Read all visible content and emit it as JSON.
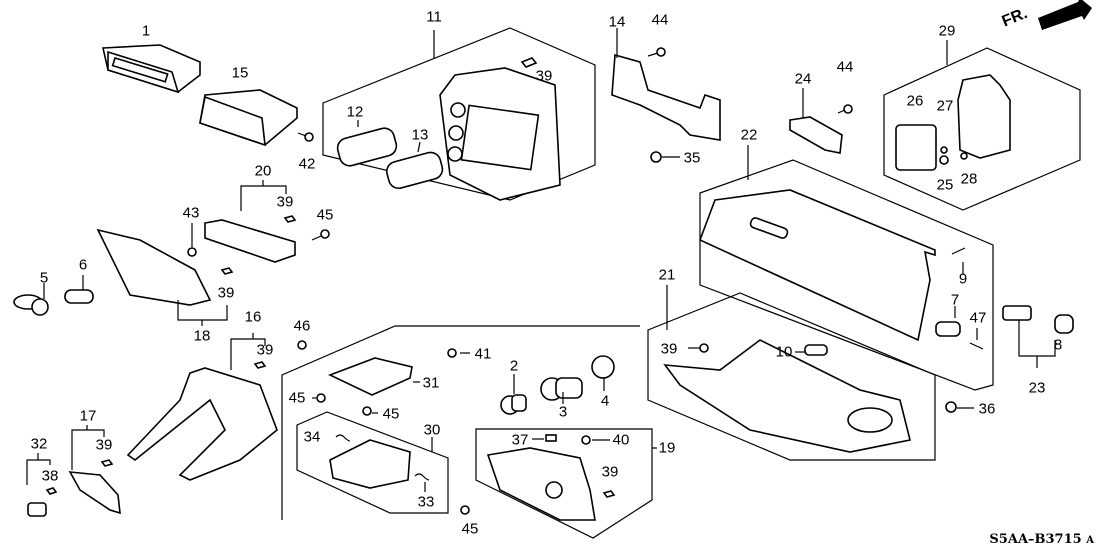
{
  "diagram": {
    "title": "Instrument panel garnish / glove box parts diagram",
    "drawing_code": "S5AA–B3715",
    "drawing_code_suffix": "A",
    "direction_indicator": "FR.",
    "callouts": [
      "1",
      "2",
      "3",
      "4",
      "5",
      "6",
      "7",
      "8",
      "9",
      "10",
      "11",
      "12",
      "13",
      "14",
      "15",
      "16",
      "17",
      "18",
      "19",
      "20",
      "21",
      "22",
      "23",
      "24",
      "25",
      "26",
      "27",
      "28",
      "29",
      "30",
      "31",
      "32",
      "33",
      "34",
      "35",
      "36",
      "37",
      "38",
      "39",
      "40",
      "41",
      "42",
      "43",
      "44",
      "45",
      "46",
      "47"
    ],
    "labels": {
      "l1": "1",
      "l15": "15",
      "l42": "42",
      "l20": "20",
      "l39a": "39",
      "l43": "43",
      "l45a": "45",
      "l5": "5",
      "l6": "6",
      "l39b": "39",
      "l18": "18",
      "l11": "11",
      "l12": "12",
      "l13": "13",
      "l39c": "39",
      "l14": "14",
      "l44a": "44",
      "l35": "35",
      "l24": "24",
      "l44b": "44",
      "l29": "29",
      "l26": "26",
      "l27": "27",
      "l25": "25",
      "l28": "28",
      "l22": "22",
      "l16": "16",
      "l46": "46",
      "l39d": "39",
      "l17": "17",
      "l39e": "39",
      "l32": "32",
      "l38": "38",
      "l41": "41",
      "l31": "31",
      "l45b": "45",
      "l45c": "45",
      "l30": "30",
      "l34": "34",
      "l33": "33",
      "l45d": "45",
      "l2": "2",
      "l3": "3",
      "l4": "4",
      "l37": "37",
      "l40": "40",
      "l39f": "39",
      "l19": "19",
      "l21": "21",
      "l39g": "39",
      "l10": "10",
      "l9": "9",
      "l7": "7",
      "l47": "47",
      "l8": "8",
      "l23": "23",
      "l36": "36"
    }
  }
}
